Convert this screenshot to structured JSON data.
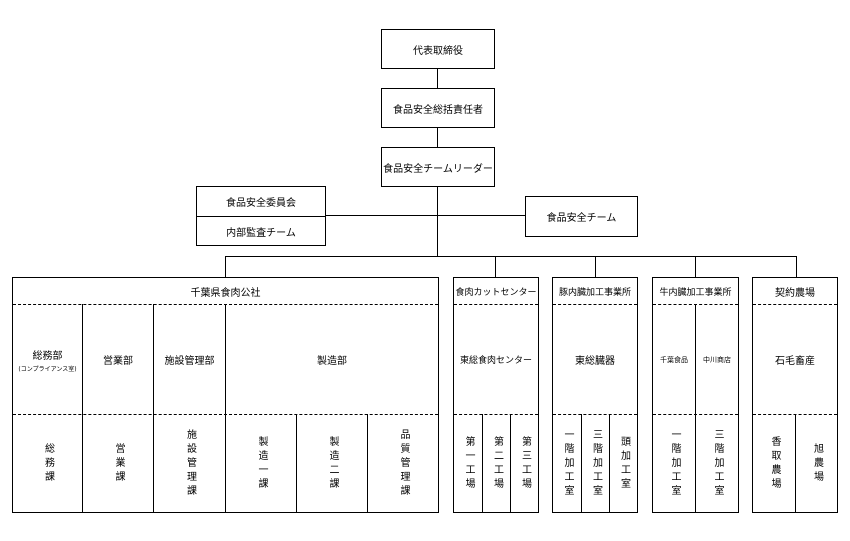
{
  "top": {
    "ceo": "代表取締役",
    "manager": "食品安全総括責任者",
    "leader": "食品安全チームリーダー",
    "committee": "食品安全委員会",
    "audit": "内部監査チーム",
    "team": "食品安全チーム"
  },
  "orgs": [
    {
      "title": "千葉県食肉公社",
      "depts": [
        {
          "name": "総務部",
          "sub": "(コンプライアンス室)",
          "sections": [
            "総務課"
          ]
        },
        {
          "name": "営業部",
          "sections": [
            "営業課"
          ]
        },
        {
          "name": "施設管理部",
          "sections": [
            "施設管理課"
          ]
        },
        {
          "name": "製造部",
          "sections": [
            "製造一課",
            "製造二課",
            "品質管理課"
          ]
        }
      ]
    },
    {
      "title": "食肉カットセンター",
      "depts": [
        {
          "name": "東総食肉センター",
          "sections": [
            "第一工場",
            "第二工場",
            "第三工場"
          ]
        }
      ]
    },
    {
      "title": "豚内臓加工事業所",
      "depts": [
        {
          "name": "東総臓器",
          "sections": [
            "一階加工室",
            "三階加工室",
            "頭加工室"
          ]
        }
      ]
    },
    {
      "title": "牛内臓加工事業所",
      "depts": [
        {
          "name": "千葉食品",
          "sections": [
            "一階加工室"
          ]
        },
        {
          "name": "中川商店",
          "sections": [
            "三階加工室"
          ]
        }
      ]
    },
    {
      "title": "契約農場",
      "depts": [
        {
          "name": "石毛畜産",
          "sections": [
            "香取農場",
            "旭農場"
          ]
        }
      ]
    }
  ]
}
